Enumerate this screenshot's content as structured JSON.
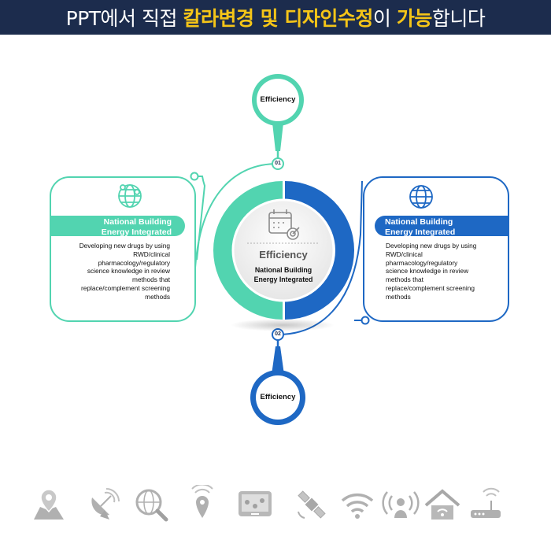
{
  "banner": {
    "text_1": "PPT에서 직접 ",
    "highlight_1": "칼라변경 및 디자인수정",
    "text_2": "이 ",
    "highlight_2": "가능",
    "text_3": "합니다"
  },
  "top_pin": {
    "label": "Efficiency",
    "number": "01"
  },
  "bottom_pin": {
    "label": "Efficiency",
    "number": "02"
  },
  "center": {
    "title": "Efficiency",
    "subtitle": "National Building Energy Integrated"
  },
  "left_card": {
    "title": "National Building Energy Integrated",
    "body": "Developing new drugs by using RWD/clinical pharmacology/regulatory science knowledge in review methods that replace/complement screening methods"
  },
  "right_card": {
    "title": "National Building Energy Integrated",
    "body": "Developing new drugs by using RWD/clinical pharmacology/regulatory science knowledge in review methods that replace/complement screening methods"
  },
  "colors": {
    "teal": "#52d4b0",
    "blue": "#1e68c4",
    "banner": "#1c2c4d",
    "highlight": "#f5c518",
    "icon_gray": "#b0b0b0"
  },
  "icons": [
    "map-pin-icon",
    "satellite-dish-icon",
    "globe-search-icon",
    "location-signal-icon",
    "map-screen-icon",
    "satellite-icon",
    "wifi-icon",
    "broadcast-person-icon",
    "home-wifi-icon",
    "router-icon"
  ]
}
